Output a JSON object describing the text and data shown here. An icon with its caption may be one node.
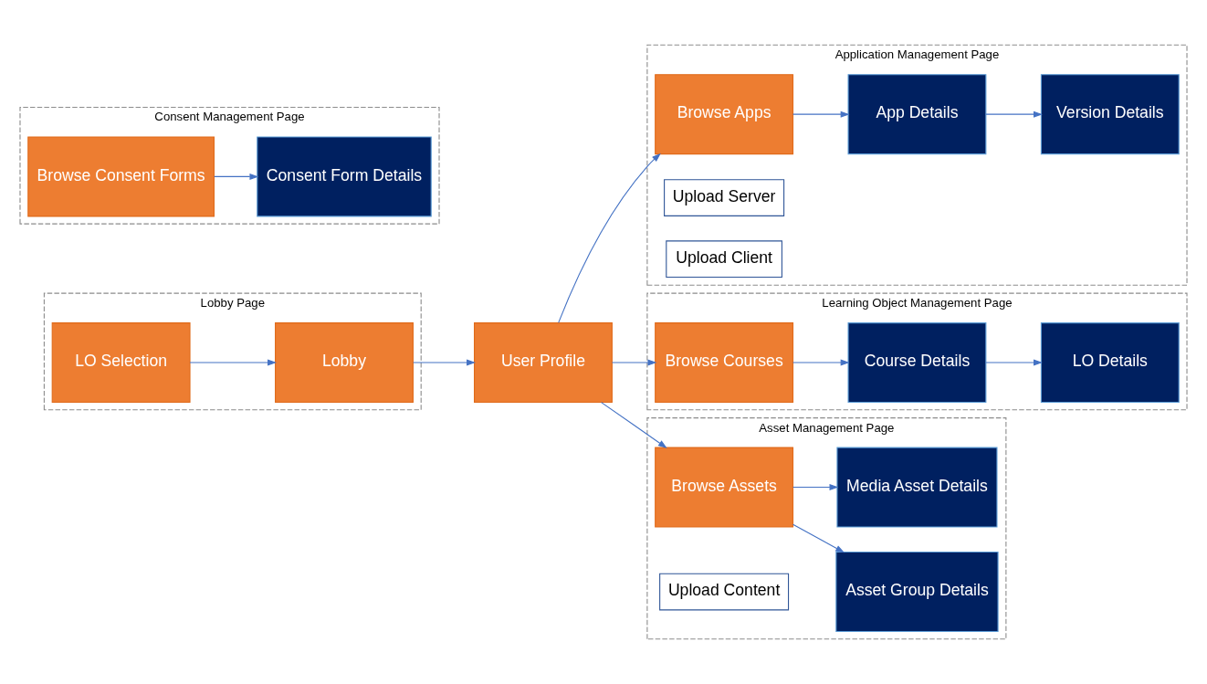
{
  "diagram": {
    "nodes": [
      {
        "text": [
          "User Profile"
        ]
      },
      {
        "text": [
          "Application Management Page"
        ]
      },
      {
        "text": [
          "Browse Apps"
        ],
        "in": 1
      },
      {
        "text": [
          "App Details"
        ],
        "in": 1
      },
      {
        "text": [
          "Version Details"
        ],
        "in": 1
      },
      {
        "text": [
          "Upload Server"
        ],
        "in": 1
      },
      {
        "text": [
          "Upload Client"
        ],
        "in": 1
      },
      {
        "text": [
          "Learning Object Management Page"
        ]
      },
      {
        "text": [
          "Browse Courses"
        ],
        "in": 7
      },
      {
        "text": [
          "Course Details"
        ],
        "in": 7
      },
      {
        "text": [
          "LO Details"
        ],
        "in": 7
      },
      {
        "text": [
          "Lobby Page"
        ]
      },
      {
        "text": [
          "Lobby"
        ],
        "in": 11
      },
      {
        "text": [
          "LO Selection"
        ],
        "in": 11
      },
      {
        "text": [
          "Asset Management Page"
        ]
      },
      {
        "text": [
          "Browse Assets"
        ],
        "in": 14
      },
      {
        "text": [
          "Asset Group Details"
        ],
        "in": 14
      },
      {
        "text": [
          "Media Asset Details"
        ],
        "in": 14
      },
      {
        "text": [
          "Upload Content"
        ],
        "in": 14
      },
      {
        "text": [
          "Consent Management Page"
        ]
      },
      {
        "text": [
          "Browse Consent Forms"
        ],
        "in": 19
      },
      {
        "text": [
          "Consent Form Details"
        ],
        "in": 19
      }
    ],
    "edges": [
      {
        "from": 0,
        "to": 2,
        "arrow": "to"
      },
      {
        "from": 2,
        "to": 3,
        "arrow": "to"
      },
      {
        "from": 3,
        "to": 4,
        "arrow": "to"
      },
      {
        "from": 0,
        "to": 8,
        "arrow": "to"
      },
      {
        "from": 8,
        "to": 9,
        "arrow": "to"
      },
      {
        "from": 9,
        "to": 10,
        "arrow": "to"
      },
      {
        "from": 0,
        "to": 15,
        "arrow": "to"
      },
      {
        "from": 13,
        "to": 12,
        "arrow": "to"
      },
      {
        "from": 12,
        "to": 0,
        "arrow": "to"
      },
      {
        "from": 15,
        "to": 16,
        "arrow": "to"
      },
      {
        "from": 15,
        "to": 17,
        "arrow": "to"
      },
      {
        "from": 20,
        "to": 21,
        "arrow": "to"
      }
    ]
  }
}
